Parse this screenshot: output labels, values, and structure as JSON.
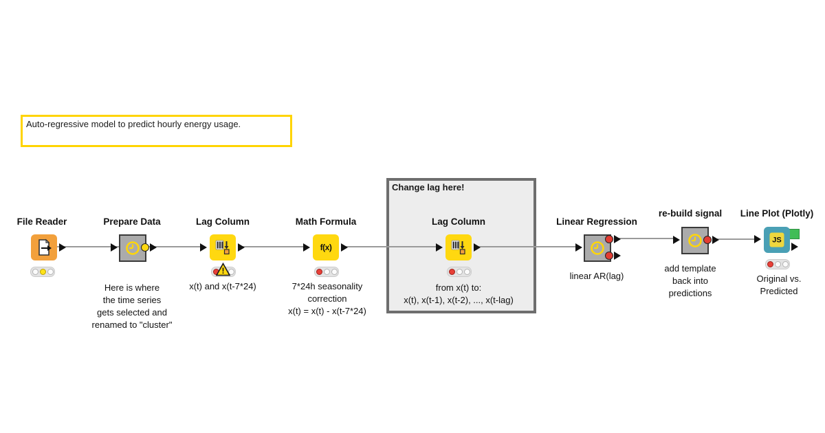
{
  "annotations": {
    "yellow_note": {
      "text": "Auto-regressive model to predict hourly energy usage.",
      "border_color": "#FFD400"
    },
    "gray_group": {
      "title": "Change lag here!",
      "border_color": "#6E6E6E",
      "bg": "#EDEDED"
    }
  },
  "colors": {
    "node_yellow": "#FFD810",
    "node_orange": "#F2A03C",
    "metanode_gray": "#ABABAB",
    "node_teal": "#4AA0B5",
    "image_port_green": "#41BD57",
    "error_red": "#E84038",
    "warning_yellow": "#FFE31A",
    "wire_gray": "#9A9A9A"
  },
  "nodes": [
    {
      "title": "File Reader",
      "type": "native",
      "comment": "",
      "lights": [
        "off",
        "yellow",
        "off"
      ]
    },
    {
      "title": "Prepare Data",
      "type": "metanode",
      "comment": "Here is where\nthe time series\ngets selected and\nrenamed to \"cluster\""
    },
    {
      "title": "Lag Column",
      "type": "native",
      "comment": "x(t) and x(t-7*24)",
      "lights": [
        "red",
        "off",
        "off"
      ],
      "warning_glyph": "!"
    },
    {
      "title": "Math Formula",
      "type": "native",
      "comment": "7*24h seasonality\ncorrection\nx(t) = x(t) - x(t-7*24)",
      "lights": [
        "red",
        "off",
        "off"
      ],
      "icon_label": "f(x)"
    },
    {
      "title": "Lag Column",
      "type": "native",
      "comment": "from x(t) to:\nx(t), x(t-1), x(t-2), ..., x(t-lag)",
      "lights": [
        "red",
        "off",
        "off"
      ]
    },
    {
      "title": "Linear Regression",
      "type": "metanode",
      "comment": "linear AR(lag)"
    },
    {
      "title": "re-build signal",
      "type": "metanode",
      "comment": "add template\nback into\npredictions"
    },
    {
      "title": "Line Plot (Plotly)",
      "type": "native",
      "comment": "Original vs.\nPredicted",
      "lights": [
        "red",
        "off",
        "off"
      ],
      "icon_label": "JS"
    }
  ]
}
